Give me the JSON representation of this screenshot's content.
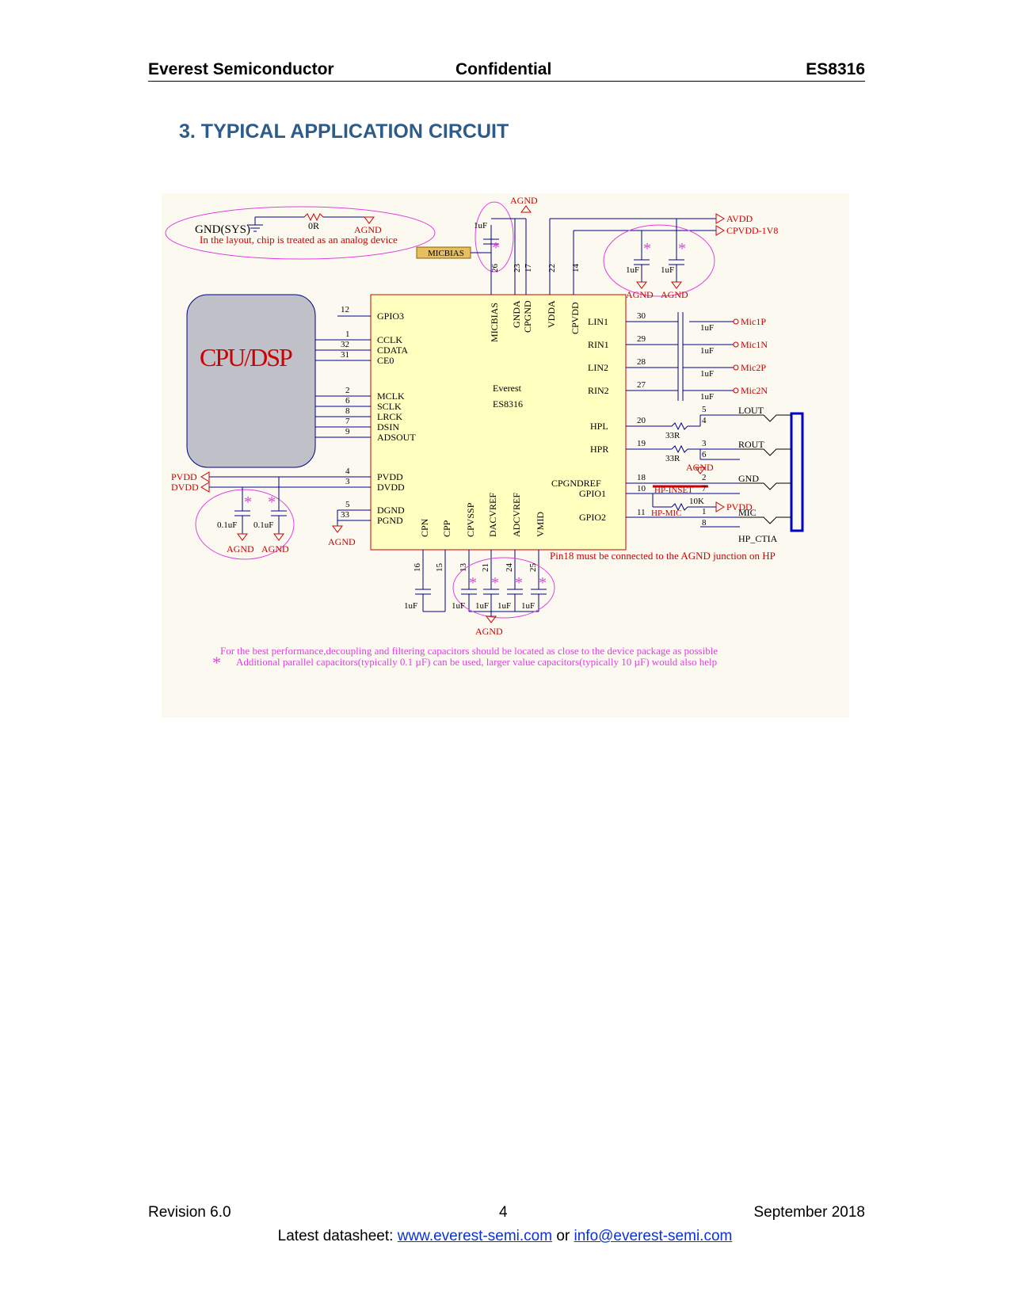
{
  "header": {
    "left": "Everest Semiconductor",
    "center": "Confidential",
    "right": "ES8316"
  },
  "section_title": "3.  TYPICAL APPLICATION CIRCUIT",
  "schematic": {
    "gnd_sys": "GND(SYS)",
    "r0": "0R",
    "agnd": "AGND",
    "layout_note": "In the layout, chip is treated as an analog device",
    "micbias_label": "MICBIAS",
    "cpu": "CPU/DSP",
    "chip_vendor": "Everest",
    "chip_part": "ES8316",
    "avdd": "AVDD",
    "cpvdd": "CPVDD-1V8",
    "pvdd": "PVDD",
    "dvdd": "DVDD",
    "cap_1uf": "1uF",
    "cap_01uf": "0.1uF",
    "r33": "33R",
    "r10k": "10K",
    "mic1p": "Mic1P",
    "mic1n": "Mic1N",
    "mic2p": "Mic2P",
    "mic2n": "Mic2N",
    "lout": "LOUT",
    "rout": "ROUT",
    "gnd": "GND",
    "mic": "MIC",
    "hp_ctia": "HP_CTIA",
    "hp_inset": "HP-INSET",
    "hp_mic": "HP-MIC",
    "pin18_note": "Pin18 must be connected to the AGND junction on HP",
    "note1": "For the best performance,decoupling and filtering capacitors should be located as close to the device package as possible",
    "note2": "Additional parallel capacitors(typically 0.1 µF) can be used,  larger value capacitors(typically 10 µF) would also help",
    "left_pins": [
      {
        "num": "12",
        "name": "GPIO3"
      },
      {
        "num": "1",
        "name": "CCLK"
      },
      {
        "num": "32",
        "name": "CDATA"
      },
      {
        "num": "31",
        "name": "CE0"
      },
      {
        "num": "2",
        "name": "MCLK"
      },
      {
        "num": "6",
        "name": "SCLK"
      },
      {
        "num": "8",
        "name": "LRCK"
      },
      {
        "num": "7",
        "name": "DSIN"
      },
      {
        "num": "9",
        "name": "ADSOUT"
      },
      {
        "num": "4",
        "name": "PVDD"
      },
      {
        "num": "3",
        "name": "DVDD"
      },
      {
        "num": "5",
        "name": "DGND"
      },
      {
        "num": "33",
        "name": "PGND"
      }
    ],
    "right_pins": [
      {
        "num": "30",
        "name": "LIN1"
      },
      {
        "num": "29",
        "name": "RIN1"
      },
      {
        "num": "28",
        "name": "LIN2"
      },
      {
        "num": "27",
        "name": "RIN2"
      },
      {
        "num": "20",
        "name": "HPL"
      },
      {
        "num": "19",
        "name": "HPR"
      },
      {
        "num": "18",
        "name": "CPGNDREF"
      },
      {
        "num": "10",
        "name": "GPIO1"
      },
      {
        "num": "11",
        "name": "GPIO2"
      }
    ],
    "top_pins": [
      {
        "num": "26",
        "name": "MICBIAS"
      },
      {
        "num": "23",
        "name": "GNDA"
      },
      {
        "num": "17",
        "name": "CPGND"
      },
      {
        "num": "22",
        "name": "VDDA"
      },
      {
        "num": "14",
        "name": "CPVDD"
      }
    ],
    "bottom_pins": [
      {
        "num": "16",
        "name": "CPN"
      },
      {
        "num": "15",
        "name": "CPP"
      },
      {
        "num": "13",
        "name": "CPVSSP"
      },
      {
        "num": "21",
        "name": "DACVREF"
      },
      {
        "num": "24",
        "name": "ADCVREF"
      },
      {
        "num": "25",
        "name": "VMID"
      }
    ],
    "jack_pins": [
      "5",
      "4",
      "3",
      "6",
      "2",
      "7",
      "1",
      "8"
    ]
  },
  "footer": {
    "revision": "Revision 6.0",
    "page": "4",
    "date": "September 2018",
    "latest_prefix": "Latest datasheet: ",
    "url": "www.everest-semi.com",
    "or": " or ",
    "email": "info@everest-semi.com"
  },
  "colors": {
    "title_blue": "#2e5c8a",
    "wire_blue": "#0000c8",
    "label_red": "#cc0000",
    "pink": "#e040e0",
    "chip_fill": "#ffffc0",
    "cpu_fill": "#c0c0c8",
    "bg": "#fcfaf0"
  }
}
